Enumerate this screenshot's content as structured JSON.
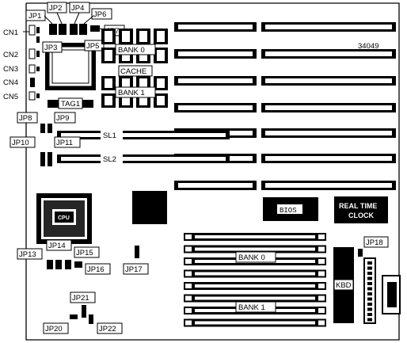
{
  "figure_number": "34049",
  "jumpers": {
    "jp1": "JP1",
    "jp2": "JP2",
    "jp3": "JP3",
    "jp4": "JP4",
    "jp5": "JP5",
    "jp6": "JP6",
    "jp7": "JP7",
    "jp8": "JP8",
    "jp9": "JP9",
    "jp10": "JP10",
    "jp11": "JP11",
    "jp13": "JP13",
    "jp14": "JP14",
    "jp15": "JP15",
    "jp16": "JP16",
    "jp17": "JP17",
    "jp18": "JP18",
    "jp20": "JP20",
    "jp21": "JP21",
    "jp22": "JP22"
  },
  "connectors": {
    "cn1": "CN1",
    "cn2": "CN2",
    "cn3": "CN3",
    "cn4": "CN4",
    "cn5": "CN5"
  },
  "memory": {
    "cache_bank0": "BANK 0",
    "cache": "CACHE",
    "cache_bank1": "BANK 1",
    "tag": "TAG1",
    "simm_bank0": "BANK 0",
    "simm_bank1": "BANK 1"
  },
  "slots": {
    "sl1": "SL1",
    "sl2": "SL2"
  },
  "chips": {
    "cpu": "CPU",
    "bios": "BIOS",
    "rtc_line1": "REAL TIME",
    "rtc_line2": "CLOCK",
    "kbd": "KBD"
  }
}
